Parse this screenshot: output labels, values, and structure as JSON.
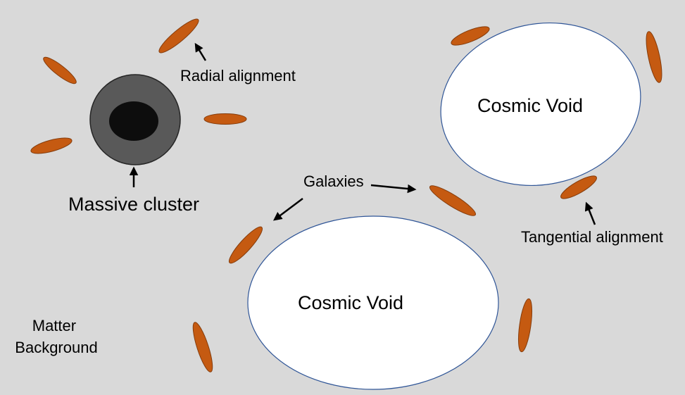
{
  "labels": {
    "radial": "Radial alignment",
    "massive_cluster": "Massive cluster",
    "galaxies": "Galaxies",
    "tangential": "Tangential alignment",
    "void_upper": "Cosmic Void",
    "void_lower": "Cosmic Void",
    "background_line1": "Matter",
    "background_line2": "Background"
  },
  "colors": {
    "background": "#d9d9d9",
    "galaxy_fill": "#c55a11",
    "galaxy_stroke": "#843c0c",
    "void_fill": "#ffffff",
    "void_stroke": "#2f5597",
    "cluster_outer": "#595959",
    "cluster_inner": "#0d0d0d"
  }
}
